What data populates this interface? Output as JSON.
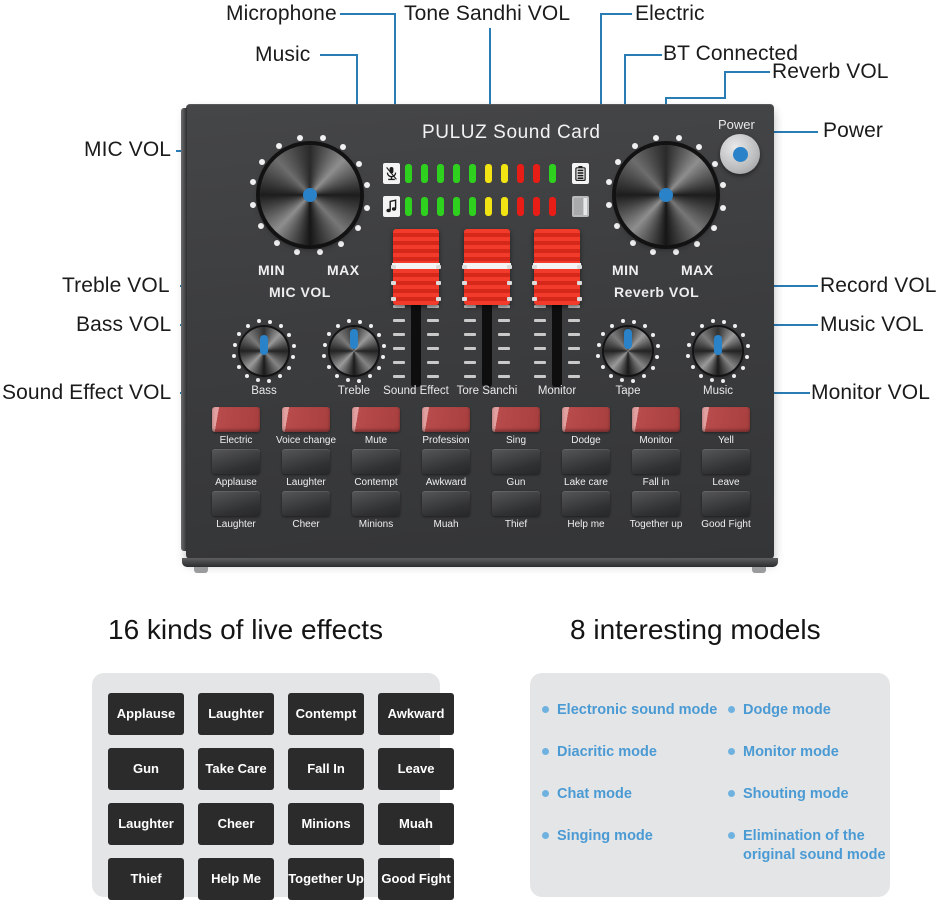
{
  "device": {
    "brand": "PULUZ  Sound Card",
    "silkscreen": {
      "mic_vol": "MIC VOL",
      "reverb_vol": "Reverb VOL",
      "power": "Power"
    },
    "mic_knob": {
      "min": "MIN",
      "max": "MAX"
    },
    "reverb_knob": {
      "min": "MIN",
      "max": "MAX"
    },
    "led_icons": {
      "mic": "microphone-icon",
      "music": "music-note-icon",
      "battery": "battery-icon",
      "bt": "bluetooth-indicator-icon"
    },
    "led_rows": [
      {
        "name": "microphone",
        "leds": [
          "green",
          "green",
          "green",
          "green",
          "green",
          "yellow",
          "yellow",
          "red",
          "red",
          "green"
        ]
      },
      {
        "name": "music",
        "leds": [
          "green",
          "green",
          "green",
          "green",
          "green",
          "yellow",
          "yellow",
          "red",
          "red",
          "red"
        ]
      }
    ],
    "faders": [
      {
        "label": "Sound Effect"
      },
      {
        "label": "Tore Sanchi"
      },
      {
        "label": "Monitor"
      }
    ],
    "small_knobs": [
      {
        "label": "Bass"
      },
      {
        "label": "Treble"
      },
      {
        "label": "Tape"
      },
      {
        "label": "Music"
      }
    ],
    "pads": [
      {
        "type": "red",
        "labels": [
          "Electric",
          "Voice change",
          "Mute",
          "Profession",
          "Sing",
          "Dodge",
          "Monitor",
          "Yell"
        ]
      },
      {
        "type": "dark",
        "labels": [
          "Applause",
          "Laughter",
          "Contempt",
          "Awkward",
          "Gun",
          "Lake care",
          "Fall in",
          "Leave"
        ]
      },
      {
        "type": "dark",
        "labels": [
          "Laughter",
          "Cheer",
          "Minions",
          "Muah",
          "Thief",
          "Help me",
          "Together up",
          "Good Fight"
        ]
      }
    ]
  },
  "callouts": {
    "top": [
      {
        "text": "Microphone"
      },
      {
        "text": "Tone Sandhi VOL"
      },
      {
        "text": "Electric"
      },
      {
        "text": "Music"
      },
      {
        "text": "BT Connected"
      },
      {
        "text": "Reverb VOL"
      },
      {
        "text": "Power"
      }
    ],
    "left": [
      {
        "text": "MIC VOL"
      },
      {
        "text": "Treble VOL"
      },
      {
        "text": "Bass VOL"
      },
      {
        "text": "Sound Effect VOL"
      }
    ],
    "right": [
      {
        "text": "Record VOL"
      },
      {
        "text": "Music VOL"
      },
      {
        "text": "Monitor VOL"
      }
    ]
  },
  "sections": {
    "effects": {
      "title": "16 kinds of live effects",
      "items": [
        "Applause",
        "Laughter",
        "Contempt",
        "Awkward",
        "Gun",
        "Take Care",
        "Fall In",
        "Leave",
        "Laughter",
        "Cheer",
        "Minions",
        "Muah",
        "Thief",
        "Help Me",
        "Together Up",
        "Good Fight"
      ]
    },
    "modes": {
      "title": "8 interesting models",
      "items": [
        "Electronic sound mode",
        "Dodge mode",
        "Diacritic mode",
        "Monitor mode",
        "Chat mode",
        "Shouting mode",
        "Singing mode",
        "Elimination of the original sound mode"
      ]
    }
  },
  "colors": {
    "accent_blue": "#2a7cb5",
    "knob_blue": "#2a82c8",
    "led_green": "#2fd11f",
    "led_yellow": "#f2e312",
    "led_red": "#e81d16",
    "mode_text": "#4a9ad4",
    "panel_bg": "#e4e5e7",
    "device_body": "#3c3d3f"
  }
}
